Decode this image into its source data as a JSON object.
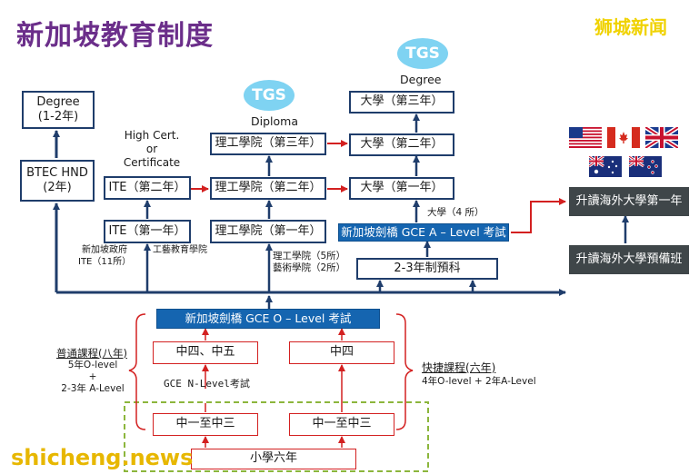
{
  "header": {
    "title": "新加坡教育制度",
    "brand": "狮城新闻"
  },
  "watermark": "shicheng.news",
  "tgs_badges": [
    "TGS",
    "TGS"
  ],
  "headings": {
    "diploma": "Diploma",
    "degree": "Degree",
    "high_cert": "High Cert.\nor\nCertificate"
  },
  "boxes": {
    "degree_12": "Degree\n(1-2年)",
    "btec": "BTEC HND\n(2年)",
    "ite2": "ITE（第二年）",
    "ite1": "ITE（第一年）",
    "poly3": "理工學院（第三年）",
    "poly2": "理工學院（第二年）",
    "poly1": "理工學院（第一年）",
    "uni3": "大學（第三年）",
    "uni2": "大學（第二年）",
    "uni1": "大學（第一年）",
    "alevel": "新加坡劍橋 GCE A – Level  考試",
    "prelim": "2-3年制預科",
    "olevel": "新加坡劍橋 GCE O – Level  考試",
    "sec45": "中四、中五",
    "sec4": "中四",
    "sec13_left": "中一至中三",
    "sec13_right": "中一至中三",
    "primary": "小學六年",
    "abroad_year1": "升讀海外大學第一年",
    "abroad_prep": "升讀海外大學預備班"
  },
  "labels": {
    "ite_note": "新加坡政府\nITE（11所）",
    "tech_school": "工藝教育學院",
    "poly_count": "理工學院（5所）\n藝術學院（2所）",
    "uni_count": "大學（4 所）",
    "nlevel": "GCE N-Level考試",
    "normal_title": "普通課程(八年)",
    "normal_detail": "5年O-level\n+\n2-3年 A-Level",
    "express_title": "快捷課程(六年)",
    "express_detail": "4年O-level + 2年A-Level"
  },
  "flags": [
    "usa-flag",
    "canada-flag",
    "uk-flag",
    "australia-flag",
    "new-zealand-flag"
  ],
  "colors": {
    "navy": "#1f3d6b",
    "red": "#d32020",
    "blue": "#1565b0",
    "dark": "#3f4649",
    "title": "#6b2e8a",
    "tgs": "#7fd3f2"
  }
}
